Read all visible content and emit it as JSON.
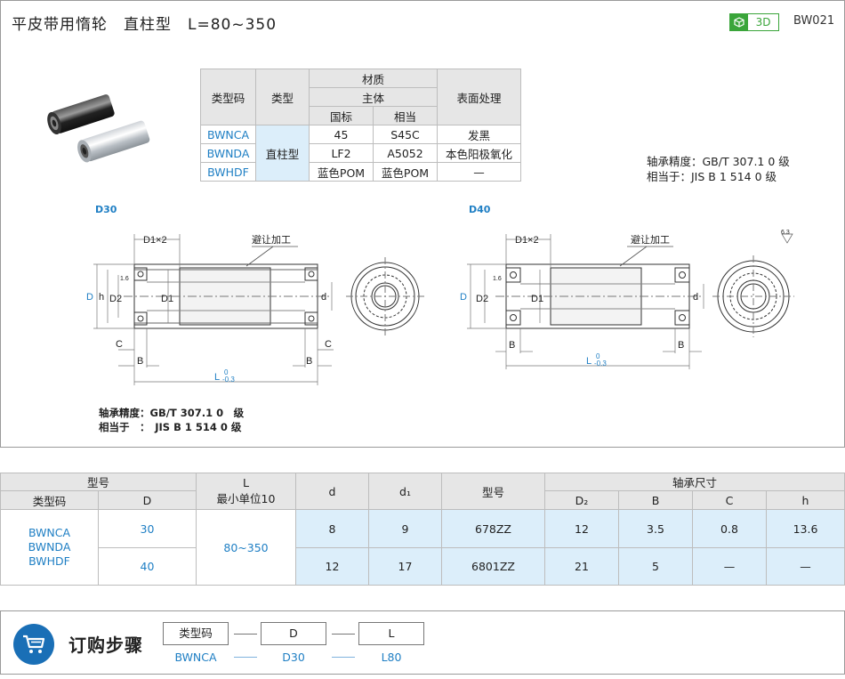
{
  "header": {
    "title": "平皮带用惰轮　直柱型　L=80~350",
    "badge_3d": "3D",
    "part_code": "BW021"
  },
  "spec_table": {
    "col_type_code": "类型码",
    "col_type": "类型",
    "col_material": "材质",
    "col_body": "主体",
    "col_standard": "国标",
    "col_equiv": "相当",
    "col_surface": "表面处理",
    "type_value": "直柱型",
    "rows": [
      {
        "code": "BWNCA",
        "standard": "45",
        "equiv": "S45C",
        "surface": "发黑"
      },
      {
        "code": "BWNDA",
        "standard": "LF2",
        "equiv": "A5052",
        "surface": "本色阳极氧化"
      },
      {
        "code": "BWHDF",
        "standard": "蓝色POM",
        "equiv": "蓝色POM",
        "surface": "—"
      }
    ]
  },
  "precision_top": {
    "line1": "轴承精度：GB/T 307.1 0 级",
    "line2": "相当于：JIS B 1 514 0 级"
  },
  "drawing": {
    "label_d30": "D30",
    "label_d40": "D40",
    "d1x2": "D1×2",
    "relief": "避让加工",
    "D": "D",
    "h": "h",
    "D2": "D2",
    "D1": "D1",
    "d": "d",
    "C": "C",
    "B": "B",
    "L": "L",
    "tol_up": "0",
    "tol_down": "-0.3",
    "rough": "1.6",
    "rough2": "6.3"
  },
  "precision_bottom": {
    "line1": "轴承精度：GB/T 307.1 0　级",
    "line2": "相当于　：　JIS  B 1 514  0  级"
  },
  "dims_table": {
    "h_model": "型号",
    "h_type_code": "类型码",
    "h_D": "D",
    "h_L": "L",
    "h_L_unit": "最小单位10",
    "h_d": "d",
    "h_d1": "d₁",
    "h_bearing_model": "型号",
    "h_bearing_size": "轴承尺寸",
    "h_D2": "D₂",
    "h_B": "B",
    "h_C": "C",
    "h_h": "h",
    "codes": [
      "BWNCA",
      "BWNDA",
      "BWHDF"
    ],
    "L_range": "80~350",
    "rows": [
      {
        "D": "30",
        "d": "8",
        "d1": "9",
        "bearing": "678ZZ",
        "D2": "12",
        "B": "3.5",
        "C": "0.8",
        "h": "13.6"
      },
      {
        "D": "40",
        "d": "12",
        "d1": "17",
        "bearing": "6801ZZ",
        "D2": "21",
        "B": "5",
        "C": "—",
        "h": "—"
      }
    ]
  },
  "order": {
    "title": "订购步骤",
    "step1": "类型码",
    "step2": "D",
    "step3": "L",
    "ex1": "BWNCA",
    "ex2": "D30",
    "ex3": "L80"
  }
}
